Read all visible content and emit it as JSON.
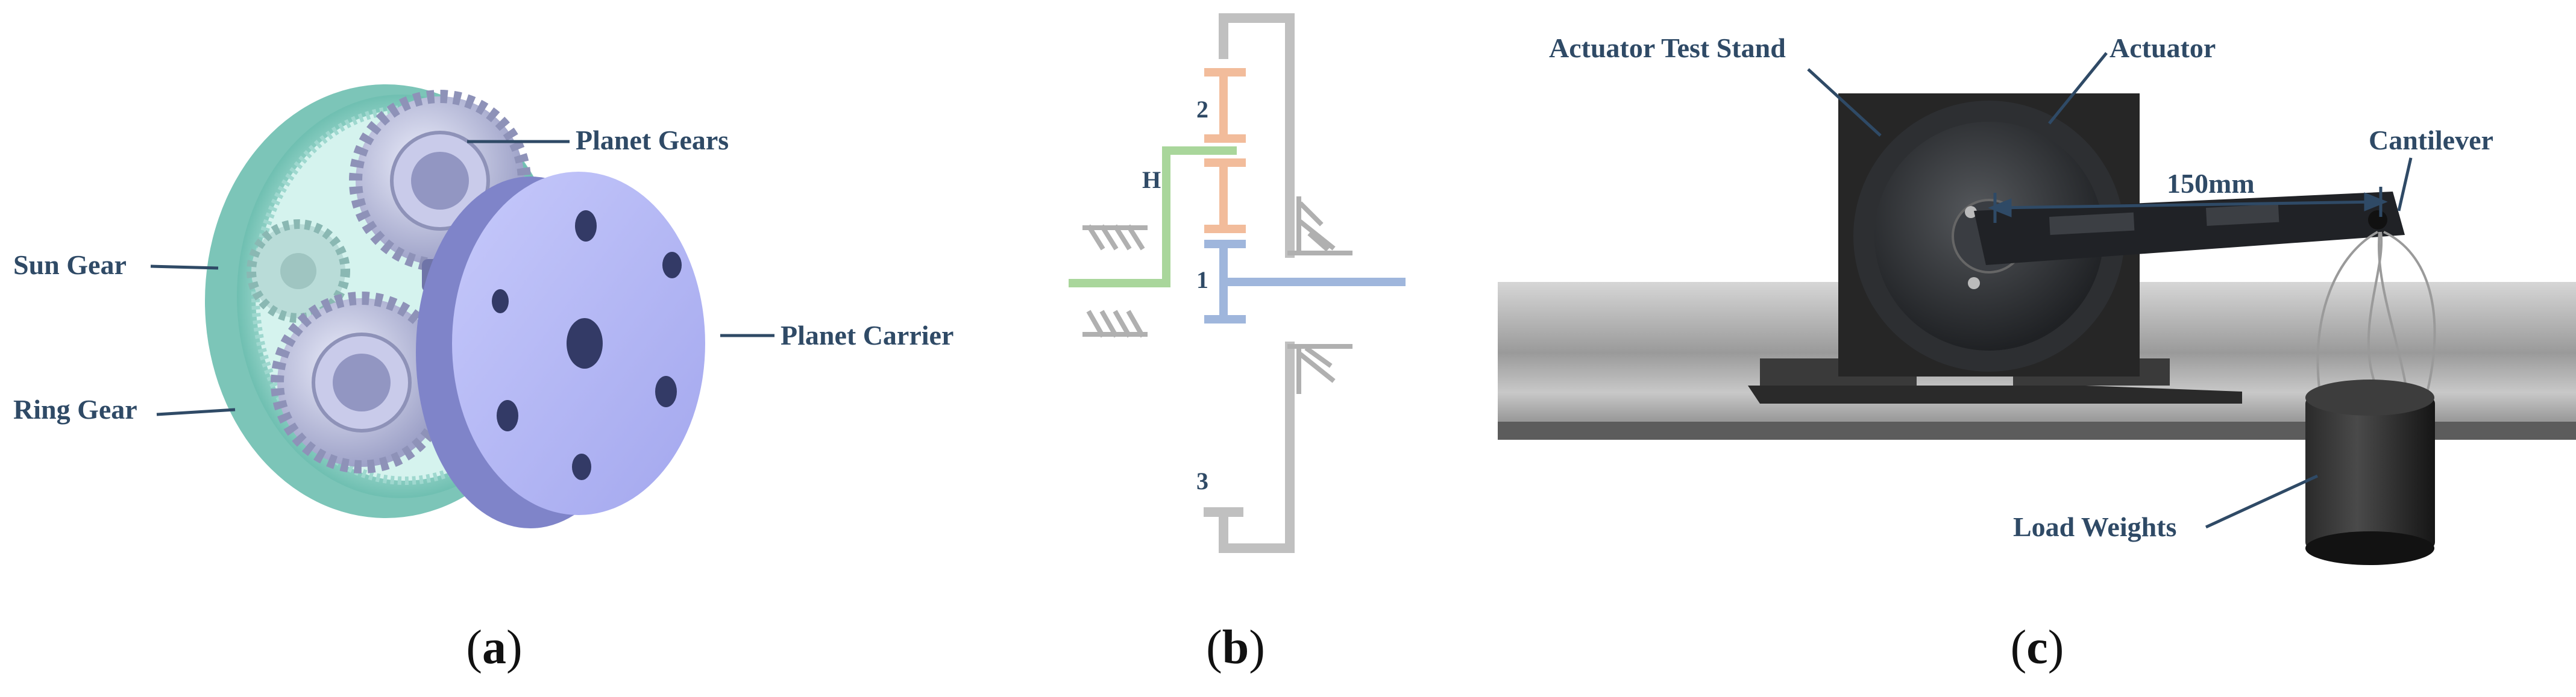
{
  "panel_a": {
    "subcaption": "a",
    "labels": {
      "sun_gear": "Sun Gear",
      "ring_gear": "Ring Gear",
      "planet_gears": "Planet Gears",
      "planet_carrier": "Planet Carrier"
    },
    "colors": {
      "ring": "#8fd3c7",
      "planet": "#c7c9e8",
      "carrier": "#b4b8f5",
      "label": "#2f4a66"
    }
  },
  "panel_b": {
    "subcaption": "b",
    "labels": {
      "h": "H",
      "n1": "1",
      "n2": "2",
      "n3": "3"
    },
    "colors": {
      "frame": "#c0c0c0",
      "planet": "#f2bc9b",
      "sun": "#9fb6dc",
      "carrier": "#a9d69b"
    }
  },
  "panel_c": {
    "subcaption": "c",
    "labels": {
      "test_stand": "Actuator Test Stand",
      "actuator": "Actuator",
      "cantilever": "Cantilever",
      "distance": "150mm",
      "load_weights": "Load Weights"
    }
  }
}
